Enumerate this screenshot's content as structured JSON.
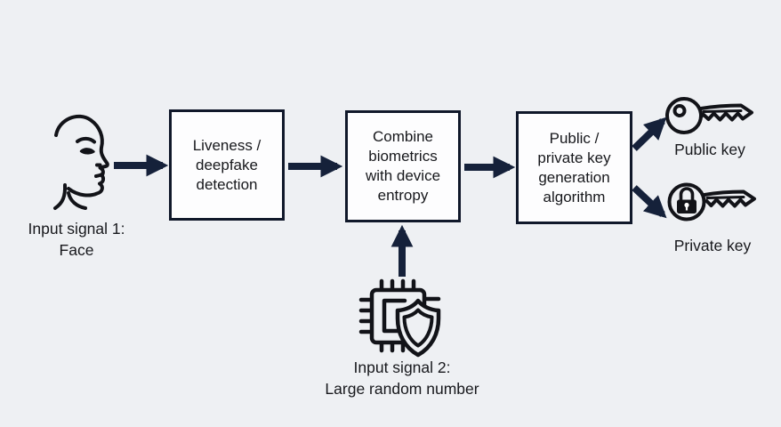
{
  "diagram_type": "flowchart",
  "colors": {
    "background": "#eef0f3",
    "box_fill": "#fdfdfe",
    "box_border": "#10182a",
    "arrow": "#15213a",
    "text": "#17181c",
    "icon_stroke": "#121318"
  },
  "inputs": [
    {
      "id": "signal1",
      "icon": "face-profile-icon",
      "label": "Input signal 1:\nFace"
    },
    {
      "id": "signal2",
      "icon": "chip-shield-icon",
      "label": "Input signal 2:\nLarge random number"
    }
  ],
  "process_boxes": [
    {
      "id": "liveness",
      "label": "Liveness /\ndeepfake\ndetection"
    },
    {
      "id": "combine",
      "label": "Combine\nbiometrics\nwith device\nentropy"
    },
    {
      "id": "keygen",
      "label": "Public /\nprivate key\ngeneration\nalgorithm"
    }
  ],
  "outputs": [
    {
      "id": "public_key",
      "icon": "key-icon",
      "label": "Public key"
    },
    {
      "id": "private_key",
      "icon": "key-lock-icon",
      "label": "Private key"
    }
  ],
  "arrows": [
    {
      "from": "face",
      "to": "liveness"
    },
    {
      "from": "liveness",
      "to": "combine"
    },
    {
      "from": "combine",
      "to": "keygen"
    },
    {
      "from": "chip",
      "to": "combine"
    },
    {
      "from": "keygen",
      "to": "public_key"
    },
    {
      "from": "keygen",
      "to": "private_key"
    }
  ]
}
